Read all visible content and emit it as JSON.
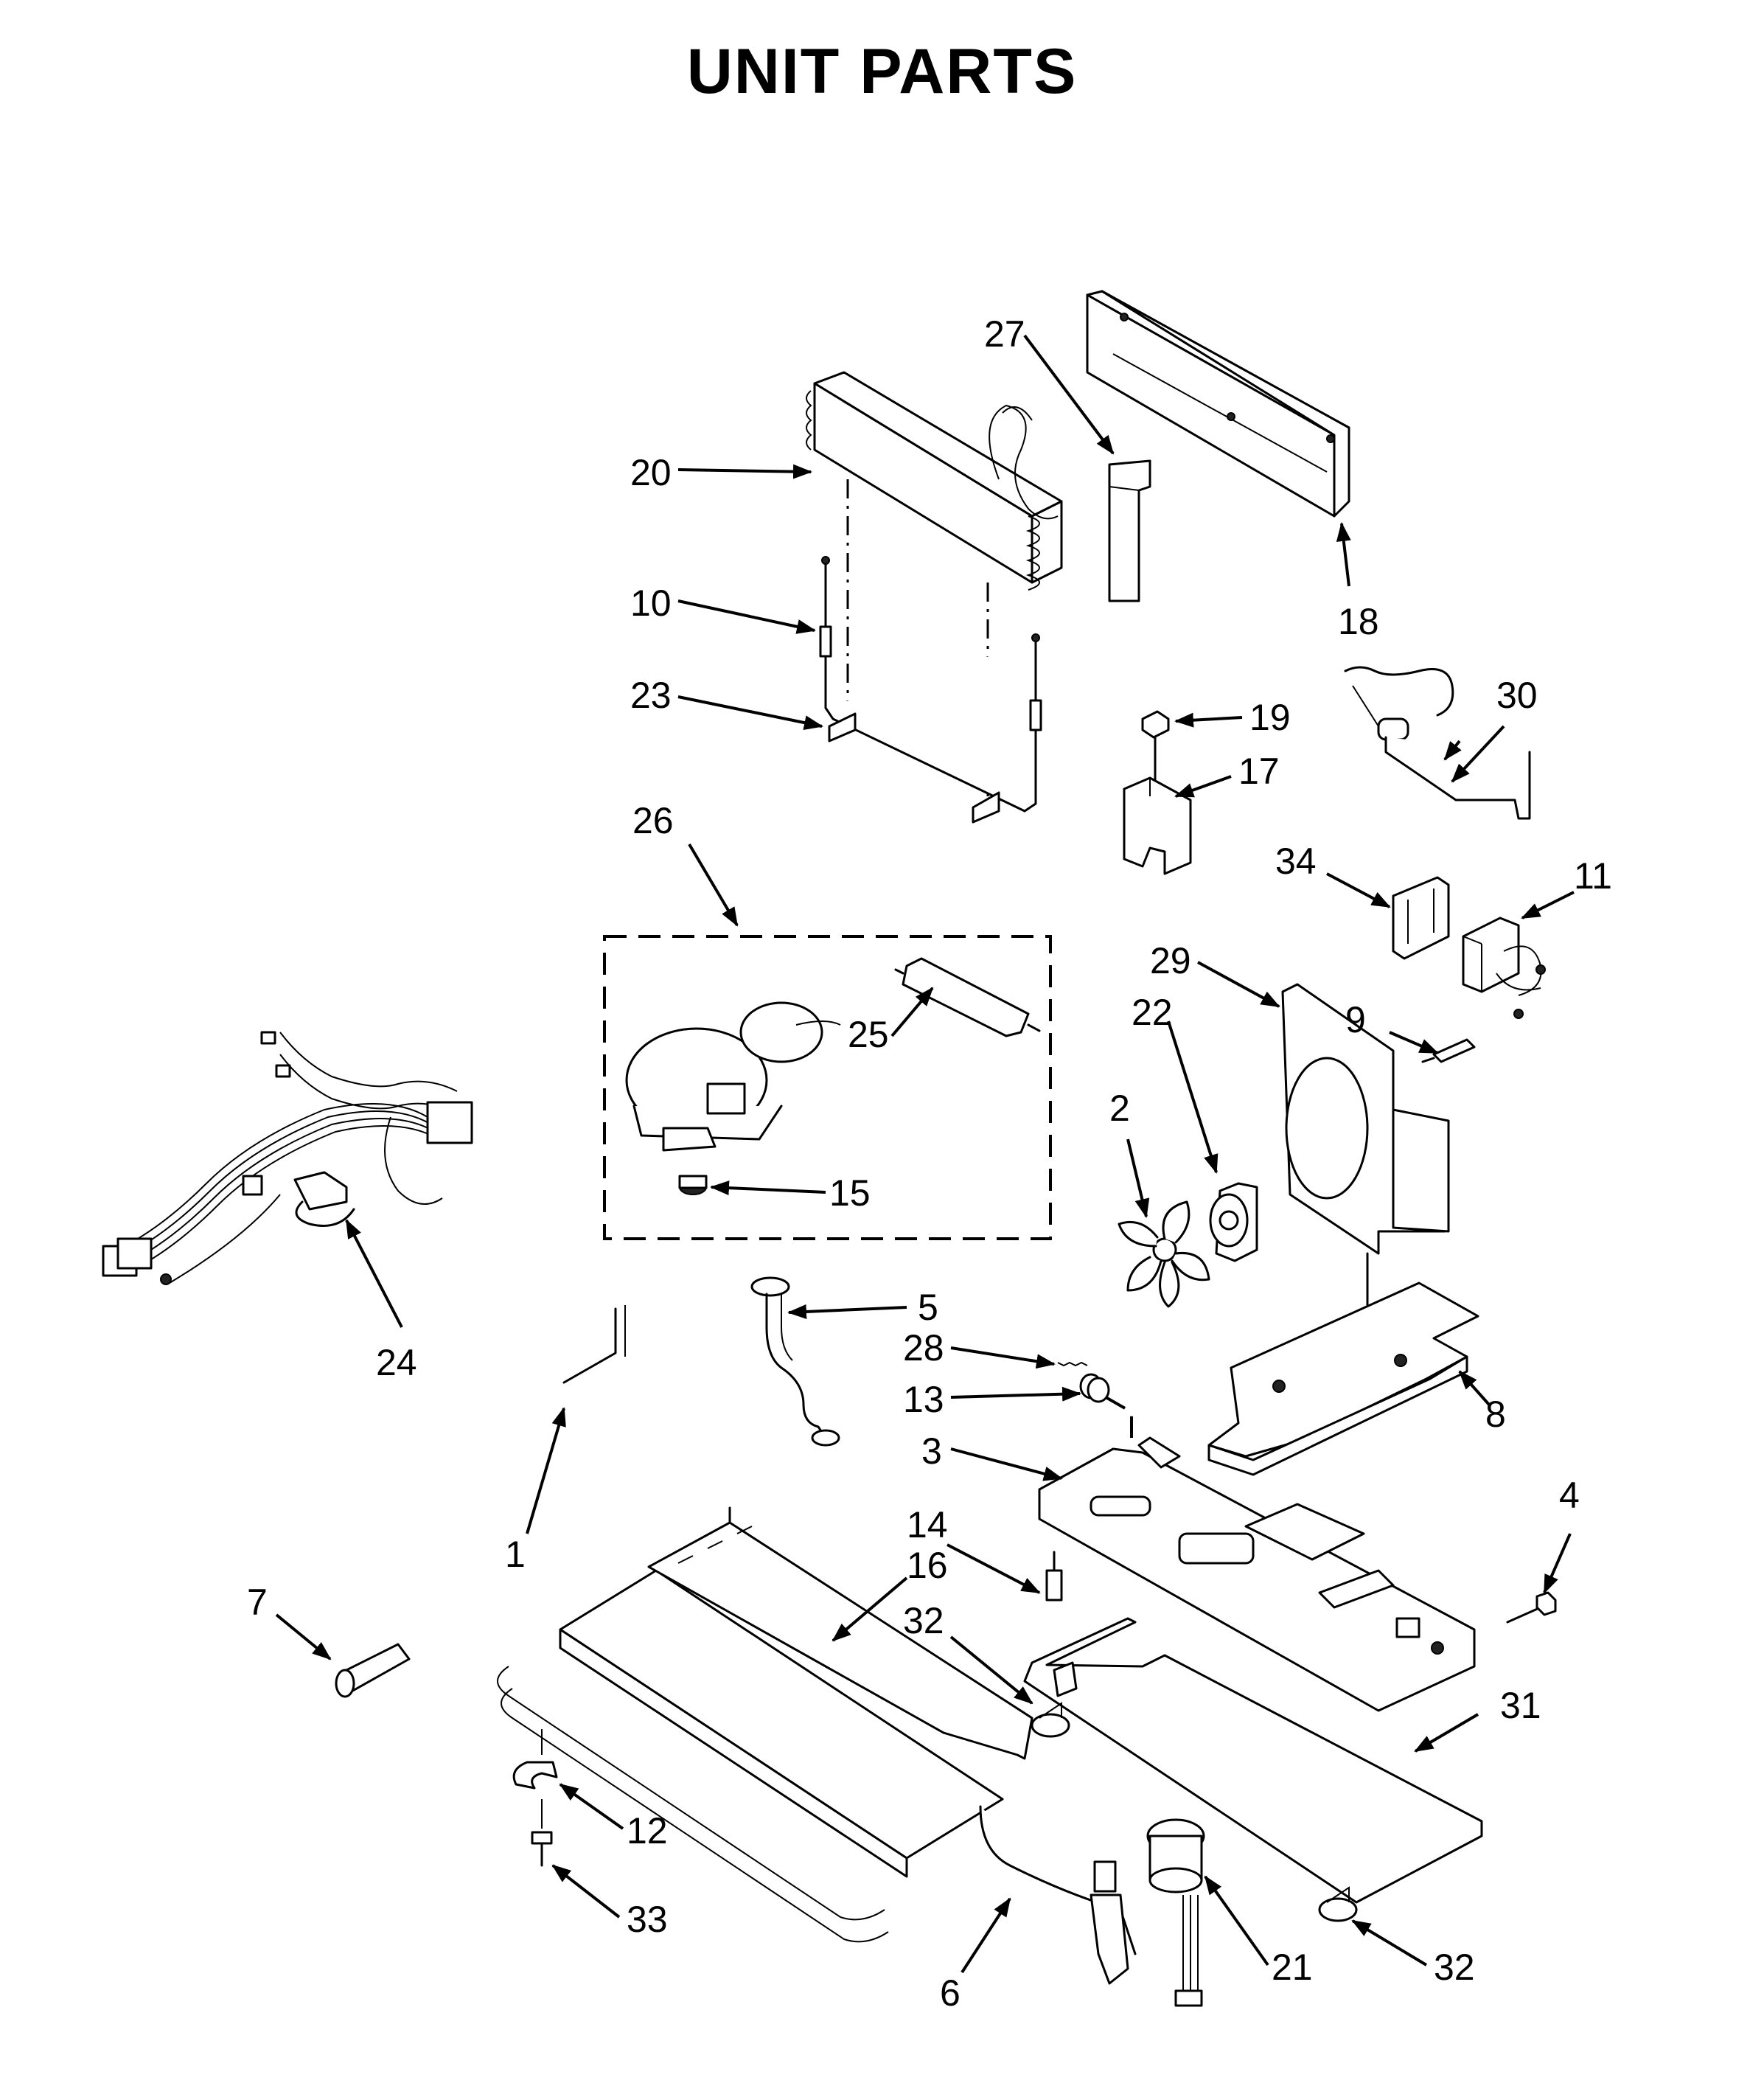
{
  "title": "UNIT PARTS",
  "callouts": [
    "1",
    "2",
    "3",
    "4",
    "5",
    "6",
    "7",
    "8",
    "9",
    "10",
    "11",
    "12",
    "13",
    "14",
    "15",
    "16",
    "17",
    "18",
    "19",
    "20",
    "21",
    "22",
    "23",
    "24",
    "25",
    "26",
    "27",
    "28",
    "29",
    "30",
    "31",
    "32",
    "33",
    "34"
  ],
  "callout_32_second": "32"
}
